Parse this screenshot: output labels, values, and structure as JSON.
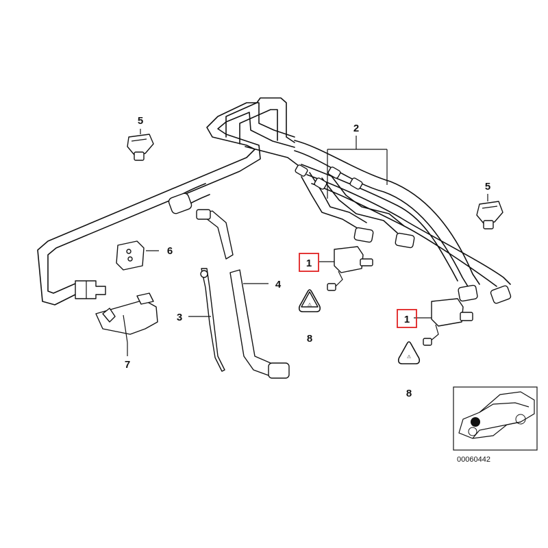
{
  "callouts": {
    "c1a": "1",
    "c1b": "1",
    "c2": "2",
    "c3": "3",
    "c4": "4",
    "c5a": "5",
    "c5b": "5",
    "c6": "6",
    "c7": "7",
    "c8a": "8",
    "c8b": "8"
  },
  "highlight_color": "#e02020",
  "inset": {
    "part_number": "00060442"
  }
}
